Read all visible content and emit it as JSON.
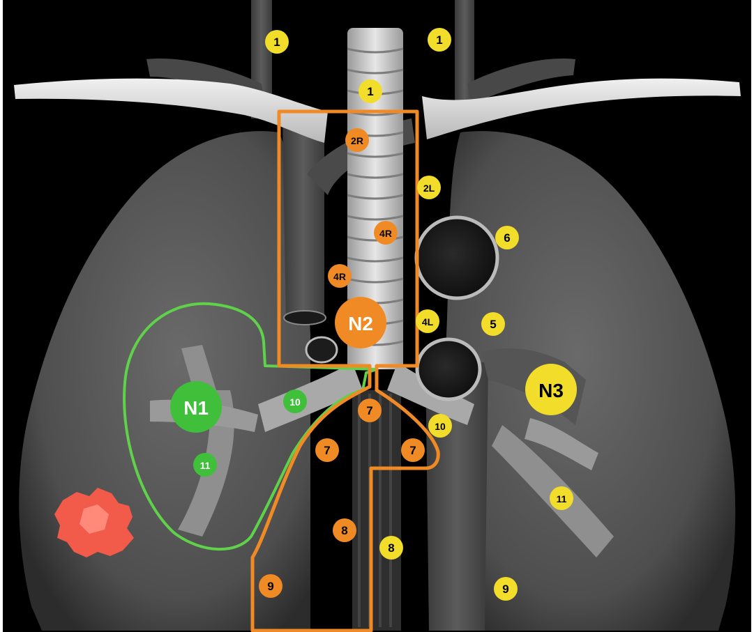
{
  "colors": {
    "background": "#000000",
    "lung": "#5a5a5a",
    "vessel": "#454545",
    "bone": "#d6d6d6",
    "n1_green": "#3fbf3a",
    "n2_orange": "#f08a24",
    "n3_yellow": "#f2dd2a",
    "tumor_red": "#f25a4a"
  },
  "icons": {
    "tumor": "primary-tumor-icon"
  },
  "zones": {
    "n1": "N1",
    "n2": "N2",
    "n3": "N3"
  },
  "stations": [
    {
      "label": "1",
      "zone": "n3"
    },
    {
      "label": "1",
      "zone": "n3"
    },
    {
      "label": "1",
      "zone": "n3"
    },
    {
      "label": "2R",
      "zone": "n2"
    },
    {
      "label": "2L",
      "zone": "n3"
    },
    {
      "label": "4R",
      "zone": "n2"
    },
    {
      "label": "4R",
      "zone": "n2"
    },
    {
      "label": "6",
      "zone": "n3"
    },
    {
      "label": "4L",
      "zone": "n3"
    },
    {
      "label": "5",
      "zone": "n3"
    },
    {
      "label": "10",
      "zone": "n1"
    },
    {
      "label": "7",
      "zone": "n2"
    },
    {
      "label": "7",
      "zone": "n2"
    },
    {
      "label": "7",
      "zone": "n2"
    },
    {
      "label": "10",
      "zone": "n3"
    },
    {
      "label": "11",
      "zone": "n1"
    },
    {
      "label": "11",
      "zone": "n3"
    },
    {
      "label": "8",
      "zone": "n2"
    },
    {
      "label": "8",
      "zone": "n3"
    },
    {
      "label": "9",
      "zone": "n2"
    },
    {
      "label": "9",
      "zone": "n3"
    }
  ]
}
